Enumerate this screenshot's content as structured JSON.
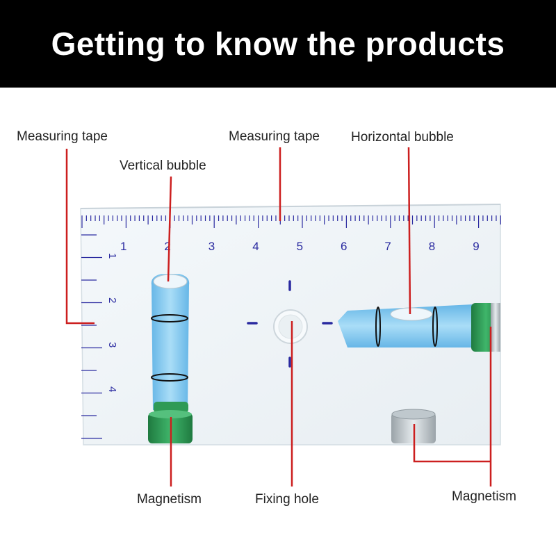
{
  "header": {
    "title": "Getting to know the products"
  },
  "labels": {
    "measuring_tape_left": "Measuring tape",
    "measuring_tape_top": "Measuring tape",
    "horizontal_bubble": "Horizontal bubble",
    "vertical_bubble": "Vertical bubble",
    "magnetism_left": "Magnetism",
    "fixing_hole": "Fixing hole",
    "magnetism_right": "Magnetism"
  },
  "ruler": {
    "top_numbers": [
      "1",
      "2",
      "3",
      "4",
      "5",
      "6",
      "7",
      "8",
      "9"
    ],
    "side_numbers": [
      "1",
      "2",
      "3",
      "4"
    ]
  },
  "colors": {
    "banner": "#000000",
    "pointer_line": "#cc1f1f",
    "scale_ink": "#2a2aa0",
    "bubble_liquid": "#7fc8f0",
    "magnet_green": "#2f9a55"
  }
}
